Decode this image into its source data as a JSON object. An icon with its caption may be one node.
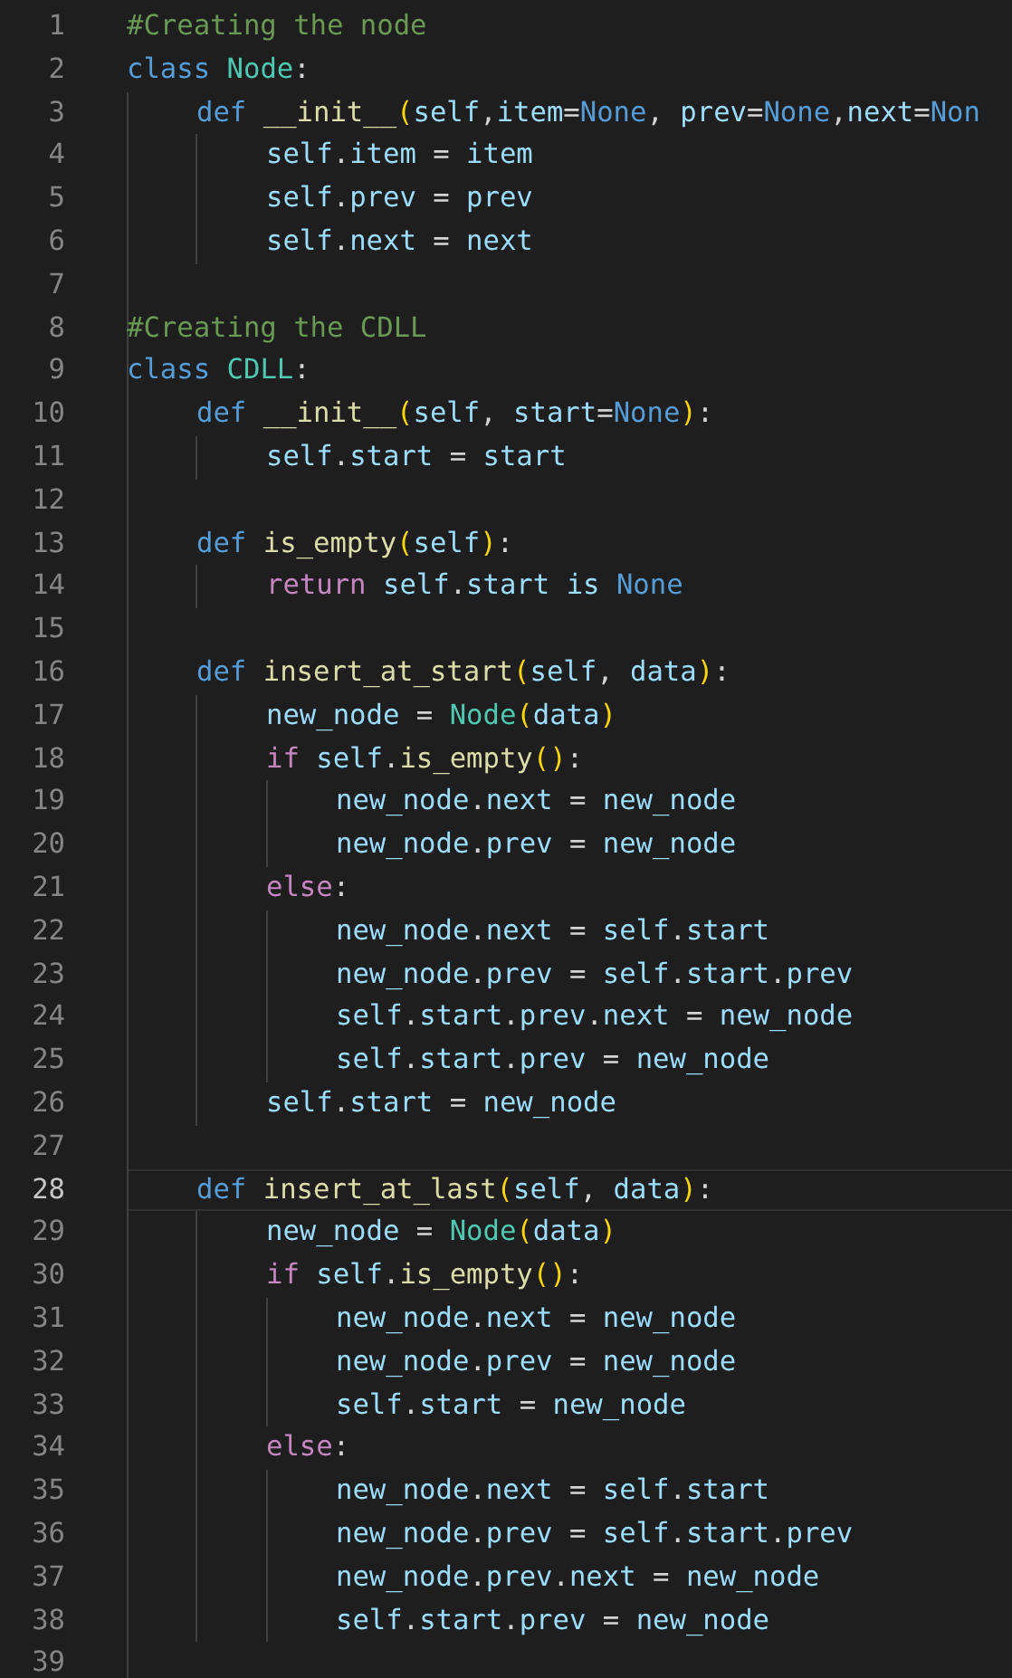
{
  "diagram": {
    "labels": [
      "1",
      "#Creating the node",
      "2",
      "class Node:",
      "3",
      "def __init__(self,item=None, prev=None,next=Non",
      "4",
      "self.item = item",
      "5",
      "self.prev = prev",
      "6",
      "self.next = next",
      "7",
      "8",
      "#Creating the CDLL",
      "9",
      "class CDLL:",
      "10",
      "def __init__(self, start=None):",
      "11",
      "self.start = start",
      "12",
      "13",
      "def is_empty(self):",
      "14",
      "return self.start is None",
      "15",
      "16",
      "def insert_at_start(self, data):",
      "17",
      "new_node = Node(data)",
      "18",
      "if self.is_empty():",
      "19",
      "new_node.next = new_node",
      "20",
      "new_node.prev = new_node",
      "21",
      "else:",
      "22",
      "new_node.next = self.start",
      "23",
      "new_node.prev = self.start.prev",
      "24",
      "self.start.prev.next = new_node",
      "25",
      "self.start.prev = new_node",
      "26",
      "self.start = new_node",
      "27",
      "28",
      "def insert_at_last(self, data):",
      "29",
      "new_node = Node(data)",
      "30",
      "if self.is_empty():",
      "31",
      "new_node.next = new_node",
      "32",
      "new_node.prev = new_node",
      "33",
      "self.start = new_node",
      "34",
      "else:",
      "35",
      "new_node.next = self.start",
      "36",
      "new_node.prev = self.start.prev",
      "37",
      "new_node.prev.next = new_node",
      "38",
      "self.start.prev = new_node",
      "39"
    ]
  }
}
